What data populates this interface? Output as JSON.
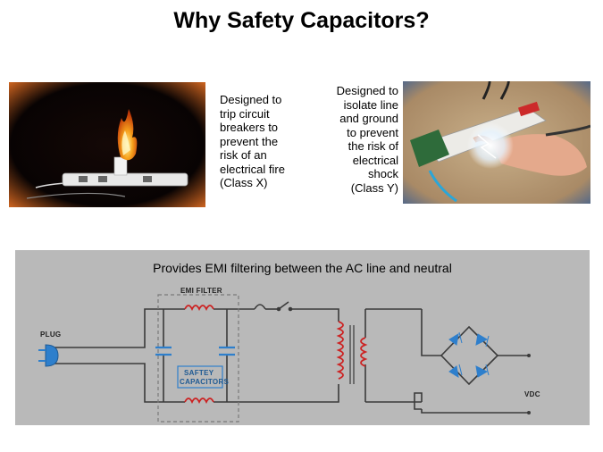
{
  "slide": {
    "title": "Why Safety Capacitors?"
  },
  "left_photo": {
    "caption_lines": [
      "Designed to",
      "trip circuit",
      "breakers to",
      "prevent the",
      "risk of an",
      "electrical fire",
      "(Class X)"
    ]
  },
  "right_photo": {
    "caption_lines": [
      "Designed to",
      "isolate line",
      "and ground",
      "to prevent",
      "the risk of",
      "electrical",
      "shock",
      "(Class Y)"
    ]
  },
  "schematic": {
    "caption": "Provides EMI filtering between the AC line and neutral",
    "labels": {
      "plug": "PLUG",
      "emi_filter": "EMI FILTER",
      "safety_caps_line1": "SAFTEY",
      "safety_caps_line2": "CAPACITORS",
      "vdc": "VDC"
    },
    "colors": {
      "wire": "#3a3a3a",
      "inductor": "#cc2222",
      "capacitor": "#2e7fcc",
      "diode": "#2e7fcc",
      "plug": "#2e7fcc"
    }
  }
}
